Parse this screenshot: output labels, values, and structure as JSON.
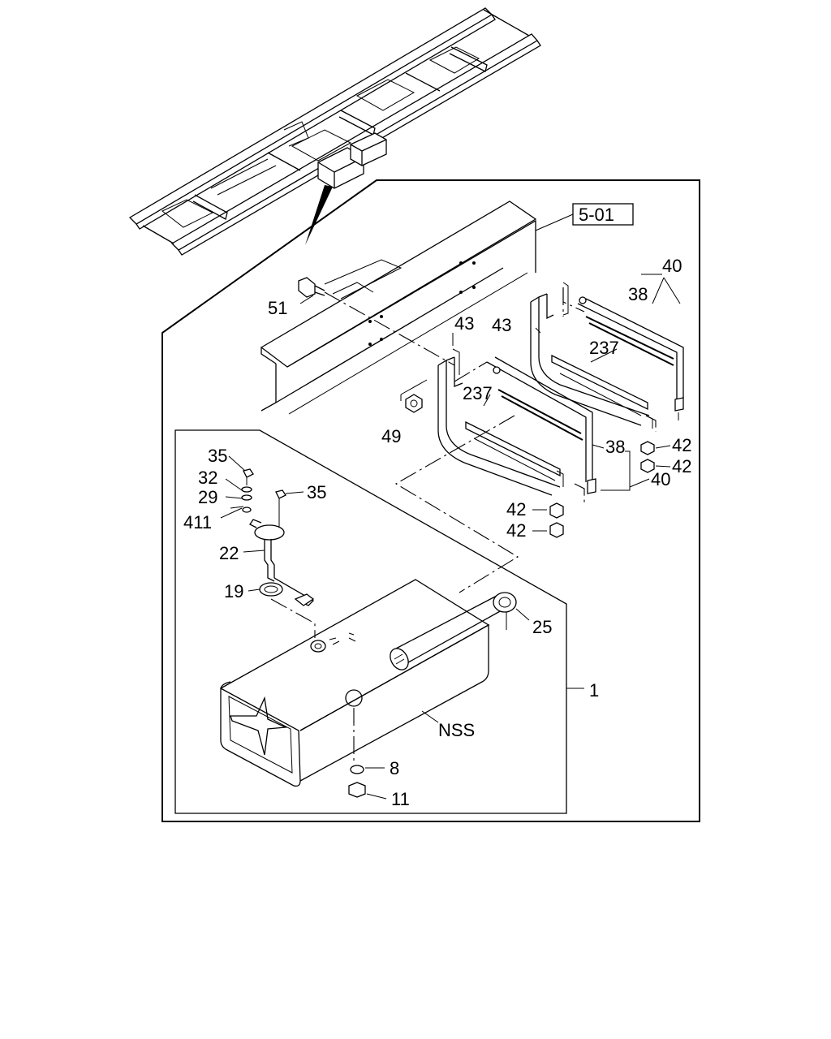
{
  "labels": {
    "ref_box": "5-01",
    "p40a": "40",
    "p38a": "38",
    "p43a": "43",
    "p237a": "237",
    "p51": "51",
    "p43b": "43",
    "p237b": "237",
    "p49": "49",
    "p38b": "38",
    "p42a": "42",
    "p42b": "42",
    "p40b": "40",
    "p42c": "42",
    "p42d": "42",
    "p35a": "35",
    "p32": "32",
    "p29": "29",
    "p35b": "35",
    "p411": "411",
    "p22": "22",
    "p19": "19",
    "p25": "25",
    "p1": "1",
    "nss": "NSS",
    "p8": "8",
    "p11": "11"
  }
}
